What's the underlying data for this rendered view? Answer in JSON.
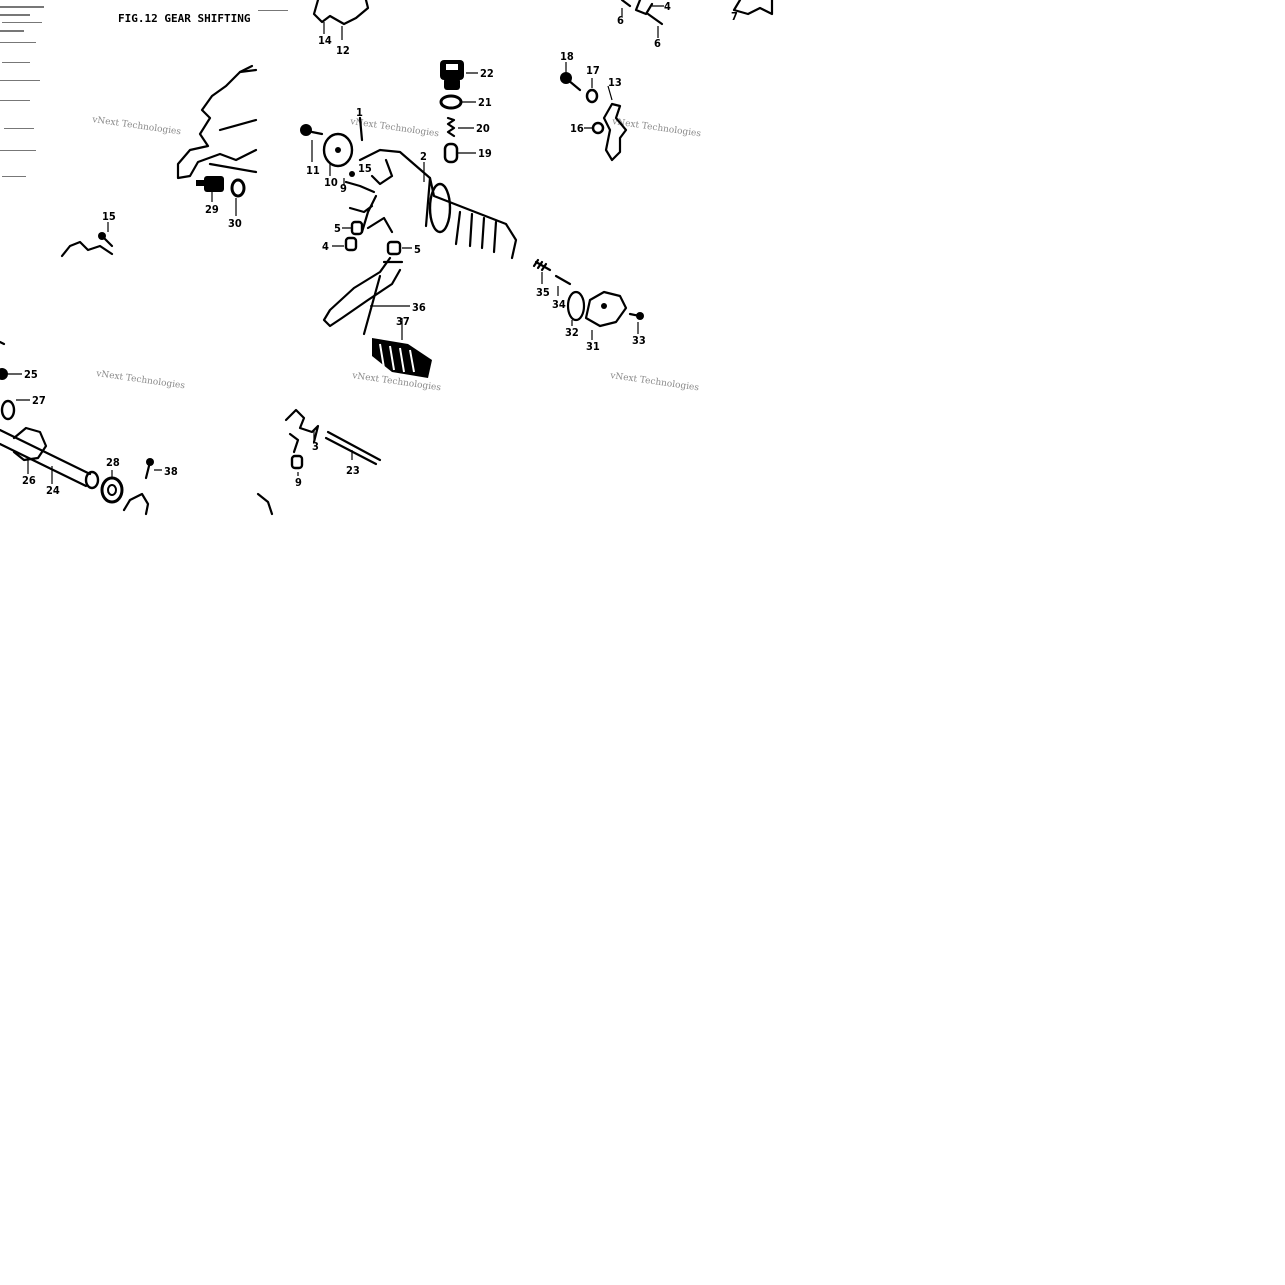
{
  "figure": {
    "title": "FIG.12  GEAR SHIFTING"
  },
  "watermark": {
    "text": "vNext Technologies"
  },
  "callouts": [
    {
      "id": "c1",
      "text": "1"
    },
    {
      "id": "c2",
      "text": "2"
    },
    {
      "id": "c3",
      "text": "3"
    },
    {
      "id": "c4",
      "text": "4"
    },
    {
      "id": "c4b",
      "text": "4"
    },
    {
      "id": "c5",
      "text": "5"
    },
    {
      "id": "c5b",
      "text": "5"
    },
    {
      "id": "c6",
      "text": "6"
    },
    {
      "id": "c6b",
      "text": "6"
    },
    {
      "id": "c7",
      "text": "7"
    },
    {
      "id": "c9",
      "text": "9"
    },
    {
      "id": "c9b",
      "text": "9"
    },
    {
      "id": "c10",
      "text": "10"
    },
    {
      "id": "c11",
      "text": "11"
    },
    {
      "id": "c12",
      "text": "12"
    },
    {
      "id": "c13",
      "text": "13"
    },
    {
      "id": "c14",
      "text": "14"
    },
    {
      "id": "c15",
      "text": "15"
    },
    {
      "id": "c15b",
      "text": "15"
    },
    {
      "id": "c16",
      "text": "16"
    },
    {
      "id": "c17",
      "text": "17"
    },
    {
      "id": "c18",
      "text": "18"
    },
    {
      "id": "c19",
      "text": "19"
    },
    {
      "id": "c20",
      "text": "20"
    },
    {
      "id": "c21",
      "text": "21"
    },
    {
      "id": "c22",
      "text": "22"
    },
    {
      "id": "c23",
      "text": "23"
    },
    {
      "id": "c24",
      "text": "24"
    },
    {
      "id": "c25",
      "text": "25"
    },
    {
      "id": "c26",
      "text": "26"
    },
    {
      "id": "c27",
      "text": "27"
    },
    {
      "id": "c28",
      "text": "28"
    },
    {
      "id": "c29",
      "text": "29"
    },
    {
      "id": "c30",
      "text": "30"
    },
    {
      "id": "c31",
      "text": "31"
    },
    {
      "id": "c32",
      "text": "32"
    },
    {
      "id": "c33",
      "text": "33"
    },
    {
      "id": "c34",
      "text": "34"
    },
    {
      "id": "c35",
      "text": "35"
    },
    {
      "id": "c36",
      "text": "36"
    },
    {
      "id": "c37",
      "text": "37"
    },
    {
      "id": "c38",
      "text": "38"
    }
  ]
}
